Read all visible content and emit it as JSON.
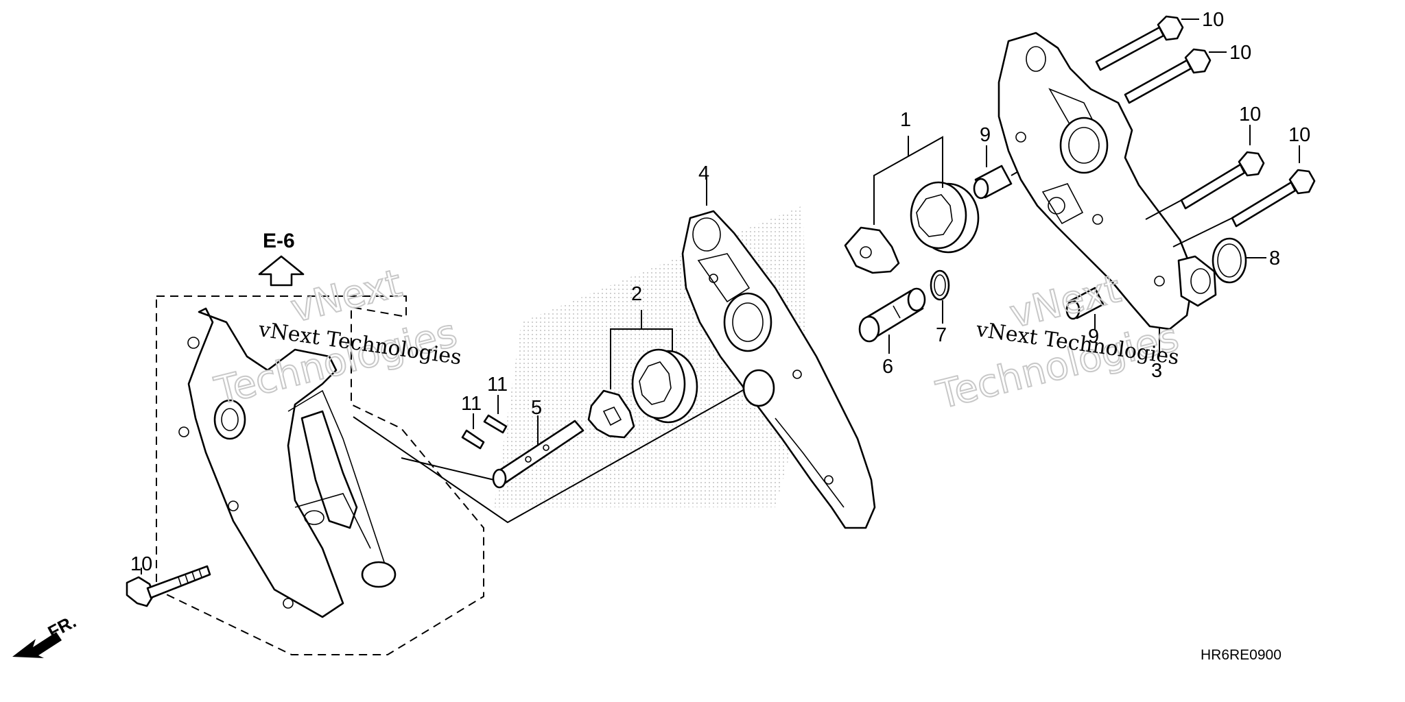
{
  "diagram": {
    "reference": {
      "label": "E-6"
    },
    "direction": {
      "label": "FR."
    },
    "diagram_code": "HR6RE0900",
    "watermark": {
      "line1": "vNext Technologies",
      "big_line1": "vNext",
      "big_line2": "Technologies"
    },
    "callouts": [
      {
        "id": "c1",
        "label": "1"
      },
      {
        "id": "c2",
        "label": "2"
      },
      {
        "id": "c3",
        "label": "3"
      },
      {
        "id": "c4",
        "label": "4"
      },
      {
        "id": "c5",
        "label": "5"
      },
      {
        "id": "c6",
        "label": "6"
      },
      {
        "id": "c7",
        "label": "7"
      },
      {
        "id": "c8",
        "label": "8"
      },
      {
        "id": "c9a",
        "label": "9"
      },
      {
        "id": "c9b",
        "label": "9"
      },
      {
        "id": "c10a",
        "label": "10"
      },
      {
        "id": "c10b",
        "label": "10"
      },
      {
        "id": "c10c",
        "label": "10"
      },
      {
        "id": "c10d",
        "label": "10"
      },
      {
        "id": "c10e",
        "label": "10"
      },
      {
        "id": "c11a",
        "label": "11"
      },
      {
        "id": "c11b",
        "label": "11"
      }
    ]
  }
}
